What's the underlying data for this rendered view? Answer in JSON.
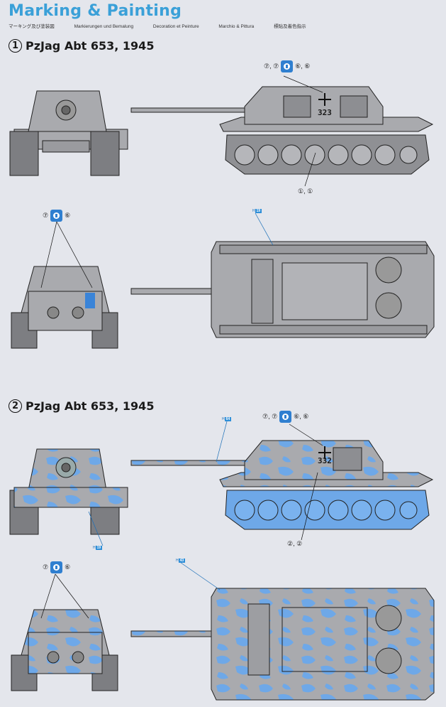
{
  "header": {
    "title": "Marking & Painting",
    "subtitles": [
      "マーキング及び塗装図",
      "Markierungen und Bemalung",
      "Decoration et Peinture",
      "Marchio & Pittura",
      "標貼及着色指示"
    ]
  },
  "sections": [
    {
      "number": "1",
      "label": "PzJag Abt 653, 1945",
      "turret_number": "323",
      "callouts": {
        "side_top": "⑦, ⑦",
        "side_top_right": "⑥, ⑥",
        "side_bottom": "①, ①",
        "rear_left": "⑦",
        "rear_right": "⑥",
        "top_paint": "H"
      }
    },
    {
      "number": "2",
      "label": "PzJag Abt 653, 1945",
      "turret_number": "332",
      "callouts": {
        "side_top": "⑦, ⑦",
        "side_top_right": "⑥, ⑥",
        "side_bottom": "②, ②",
        "rear_left": "⑦",
        "rear_right": "⑥",
        "paint_a": "H",
        "paint_b": "H",
        "paint_c": "H"
      }
    }
  ],
  "paint_codes": {
    "s1_top": "19",
    "s2_a": "64",
    "s2_b": "19",
    "s2_c": "43"
  },
  "colors": {
    "title": "#3aa0d8",
    "grey": "#a9aaae",
    "blue_camo": "#6ea8e8",
    "decal": "#2f7fd0"
  },
  "icons": [
    "balkenkreuz-icon",
    "decal-icon"
  ]
}
